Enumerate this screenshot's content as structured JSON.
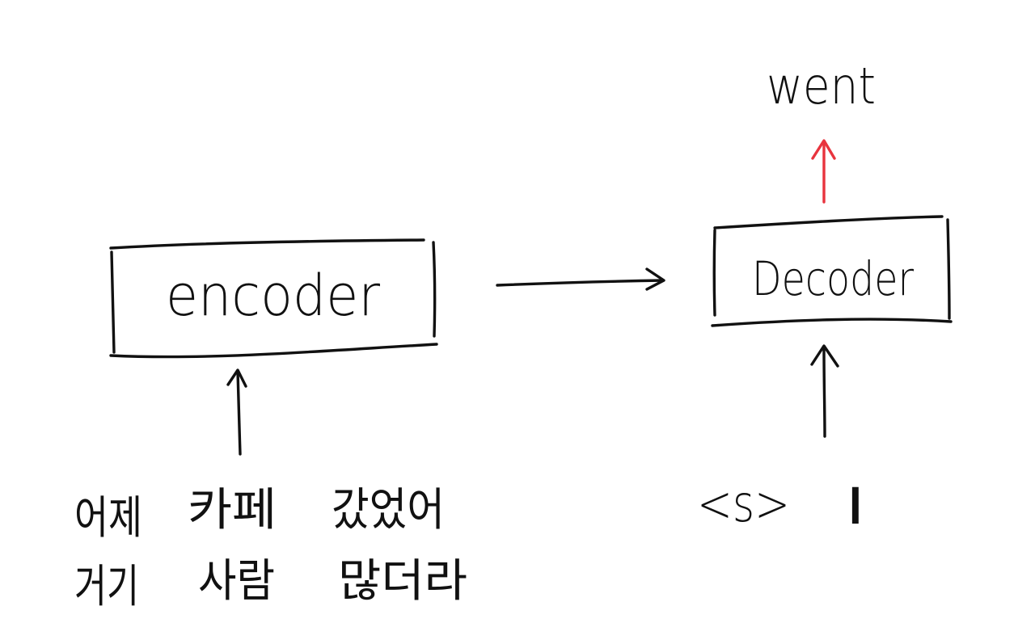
{
  "diagram": {
    "encoder": {
      "label": "encoder"
    },
    "decoder": {
      "label": "Decoder"
    },
    "input_line_1": [
      "어제",
      "카페",
      "갔었어"
    ],
    "input_line_2": [
      "거기",
      "사람",
      "많더라"
    ],
    "decoder_inputs": [
      "<s>",
      "I"
    ],
    "output": {
      "label": "went",
      "color": "#e8343e"
    }
  }
}
